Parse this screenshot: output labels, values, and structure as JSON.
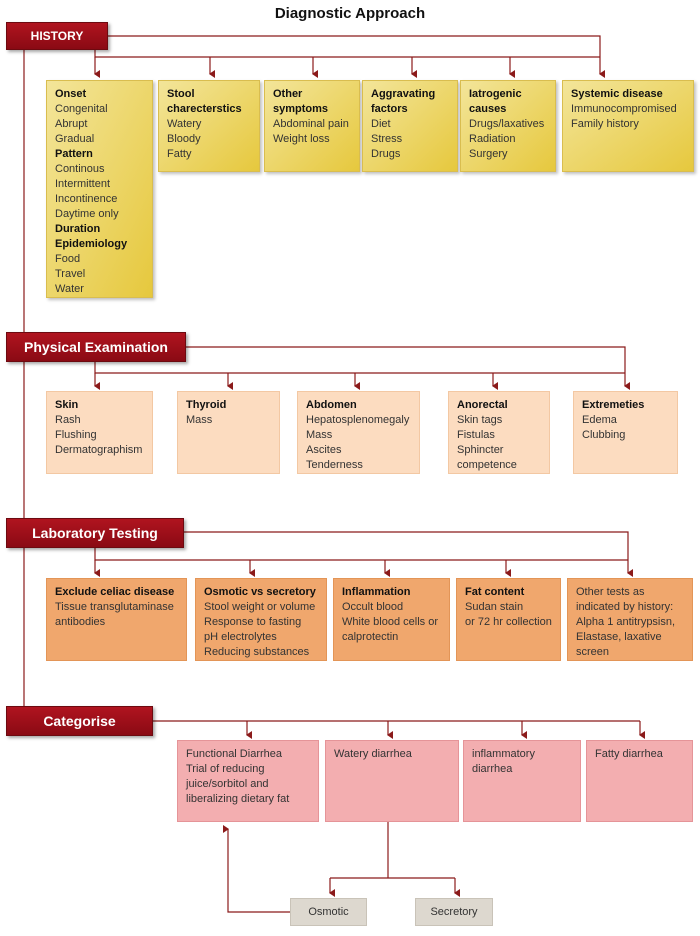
{
  "title": "Diagnostic Approach",
  "headers": {
    "history": "HISTORY",
    "physical": "Physical Examination",
    "lab": "Laboratory Testing",
    "categorise": "Categorise"
  },
  "history_boxes": [
    {
      "lines": [
        {
          "text": "Onset",
          "bold": true
        },
        {
          "text": "Congenital"
        },
        {
          "text": "Abrupt"
        },
        {
          "text": "Gradual"
        },
        {
          "text": "Pattern",
          "bold": true
        },
        {
          "text": "Continous"
        },
        {
          "text": "Intermittent"
        },
        {
          "text": "Incontinence"
        },
        {
          "text": "Daytime only"
        },
        {
          "text": "Duration",
          "bold": true
        },
        {
          "text": "Epidemiology",
          "bold": true
        },
        {
          "text": "Food"
        },
        {
          "text": "Travel"
        },
        {
          "text": "Water"
        }
      ]
    },
    {
      "lines": [
        {
          "text": "Stool",
          "bold": true
        },
        {
          "text": "charecterstics",
          "bold": true
        },
        {
          "text": "Watery"
        },
        {
          "text": "Bloody"
        },
        {
          "text": "Fatty"
        }
      ]
    },
    {
      "lines": [
        {
          "text": "Other",
          "bold": true
        },
        {
          "text": "symptoms",
          "bold": true
        },
        {
          "text": "Abdominal pain"
        },
        {
          "text": "Weight loss"
        }
      ]
    },
    {
      "lines": [
        {
          "text": "Aggravating",
          "bold": true
        },
        {
          "text": "factors",
          "bold": true
        },
        {
          "text": "Diet"
        },
        {
          "text": "Stress"
        },
        {
          "text": "Drugs"
        }
      ]
    },
    {
      "lines": [
        {
          "text": "Iatrogenic",
          "bold": true
        },
        {
          "text": "causes",
          "bold": true
        },
        {
          "text": "Drugs/laxatives"
        },
        {
          "text": "Radiation"
        },
        {
          "text": "Surgery"
        }
      ]
    },
    {
      "lines": [
        {
          "text": "Systemic disease",
          "bold": true
        },
        {
          "text": "Immunocompromised"
        },
        {
          "text": "Family history"
        }
      ]
    }
  ],
  "physical_boxes": [
    {
      "lines": [
        {
          "text": "Skin",
          "bold": true
        },
        {
          "text": "Rash"
        },
        {
          "text": "Flushing"
        },
        {
          "text": "Dermatographism"
        }
      ]
    },
    {
      "lines": [
        {
          "text": "Thyroid",
          "bold": true
        },
        {
          "text": "Mass"
        }
      ]
    },
    {
      "lines": [
        {
          "text": "Abdomen",
          "bold": true
        },
        {
          "text": "Hepatosplenomegaly"
        },
        {
          "text": "Mass"
        },
        {
          "text": "Ascites"
        },
        {
          "text": "Tenderness"
        }
      ]
    },
    {
      "lines": [
        {
          "text": "Anorectal",
          "bold": true
        },
        {
          "text": "Skin tags"
        },
        {
          "text": "Fistulas"
        },
        {
          "text": "Sphincter"
        },
        {
          "text": "competence"
        }
      ]
    },
    {
      "lines": [
        {
          "text": "Extremeties",
          "bold": true
        },
        {
          "text": "Edema"
        },
        {
          "text": "Clubbing"
        }
      ]
    }
  ],
  "lab_boxes": [
    {
      "lines": [
        {
          "text": "Exclude celiac disease",
          "bold": true
        },
        {
          "text": "Tissue  transglutaminase"
        },
        {
          "text": "antibodies"
        }
      ]
    },
    {
      "lines": [
        {
          "text": "Osmotic vs secretory",
          "bold": true
        },
        {
          "text": "Stool weight or volume"
        },
        {
          "text": "Response to fasting"
        },
        {
          "text": "pH  electrolytes"
        },
        {
          "text": "Reducing substances"
        }
      ]
    },
    {
      "lines": [
        {
          "text": "Inflammation",
          "bold": true
        },
        {
          "text": "Occult blood"
        },
        {
          "text": "White blood cells or"
        },
        {
          "text": "calprotectin"
        }
      ]
    },
    {
      "lines": [
        {
          "text": "Fat content",
          "bold": true
        },
        {
          "text": "Sudan stain"
        },
        {
          "text": "or 72 hr collection"
        }
      ]
    },
    {
      "lines": [
        {
          "text": "Other tests as"
        },
        {
          "text": "indicated by history:"
        },
        {
          "text": "Alpha 1 antitrypsisn,"
        },
        {
          "text": "Elastase, laxative"
        },
        {
          "text": "screen"
        }
      ]
    }
  ],
  "categorise_boxes": [
    {
      "lines": [
        {
          "text": "Functional Diarrhea"
        },
        {
          "text": "Trial of reducing"
        },
        {
          "text": "juice/sorbitol and"
        },
        {
          "text": "liberalizing dietary  fat"
        }
      ]
    },
    {
      "lines": [
        {
          "text": "Watery diarrhea"
        }
      ]
    },
    {
      "lines": [
        {
          "text": "inflammatory"
        },
        {
          "text": "diarrhea"
        }
      ]
    },
    {
      "lines": [
        {
          "text": "Fatty diarrhea"
        }
      ]
    }
  ],
  "bottom": {
    "osmotic": "Osmotic",
    "secretory": "Secretory"
  },
  "colors": {
    "header_red": "#9b0f19",
    "connector": "#8b1a1a",
    "history_yellow": "#ecd35c",
    "physical_peach": "#fcdcc0",
    "lab_orange": "#f0a76d",
    "categorise_pink": "#f3aeb0",
    "bottom_grey": "#ddd8cf"
  }
}
